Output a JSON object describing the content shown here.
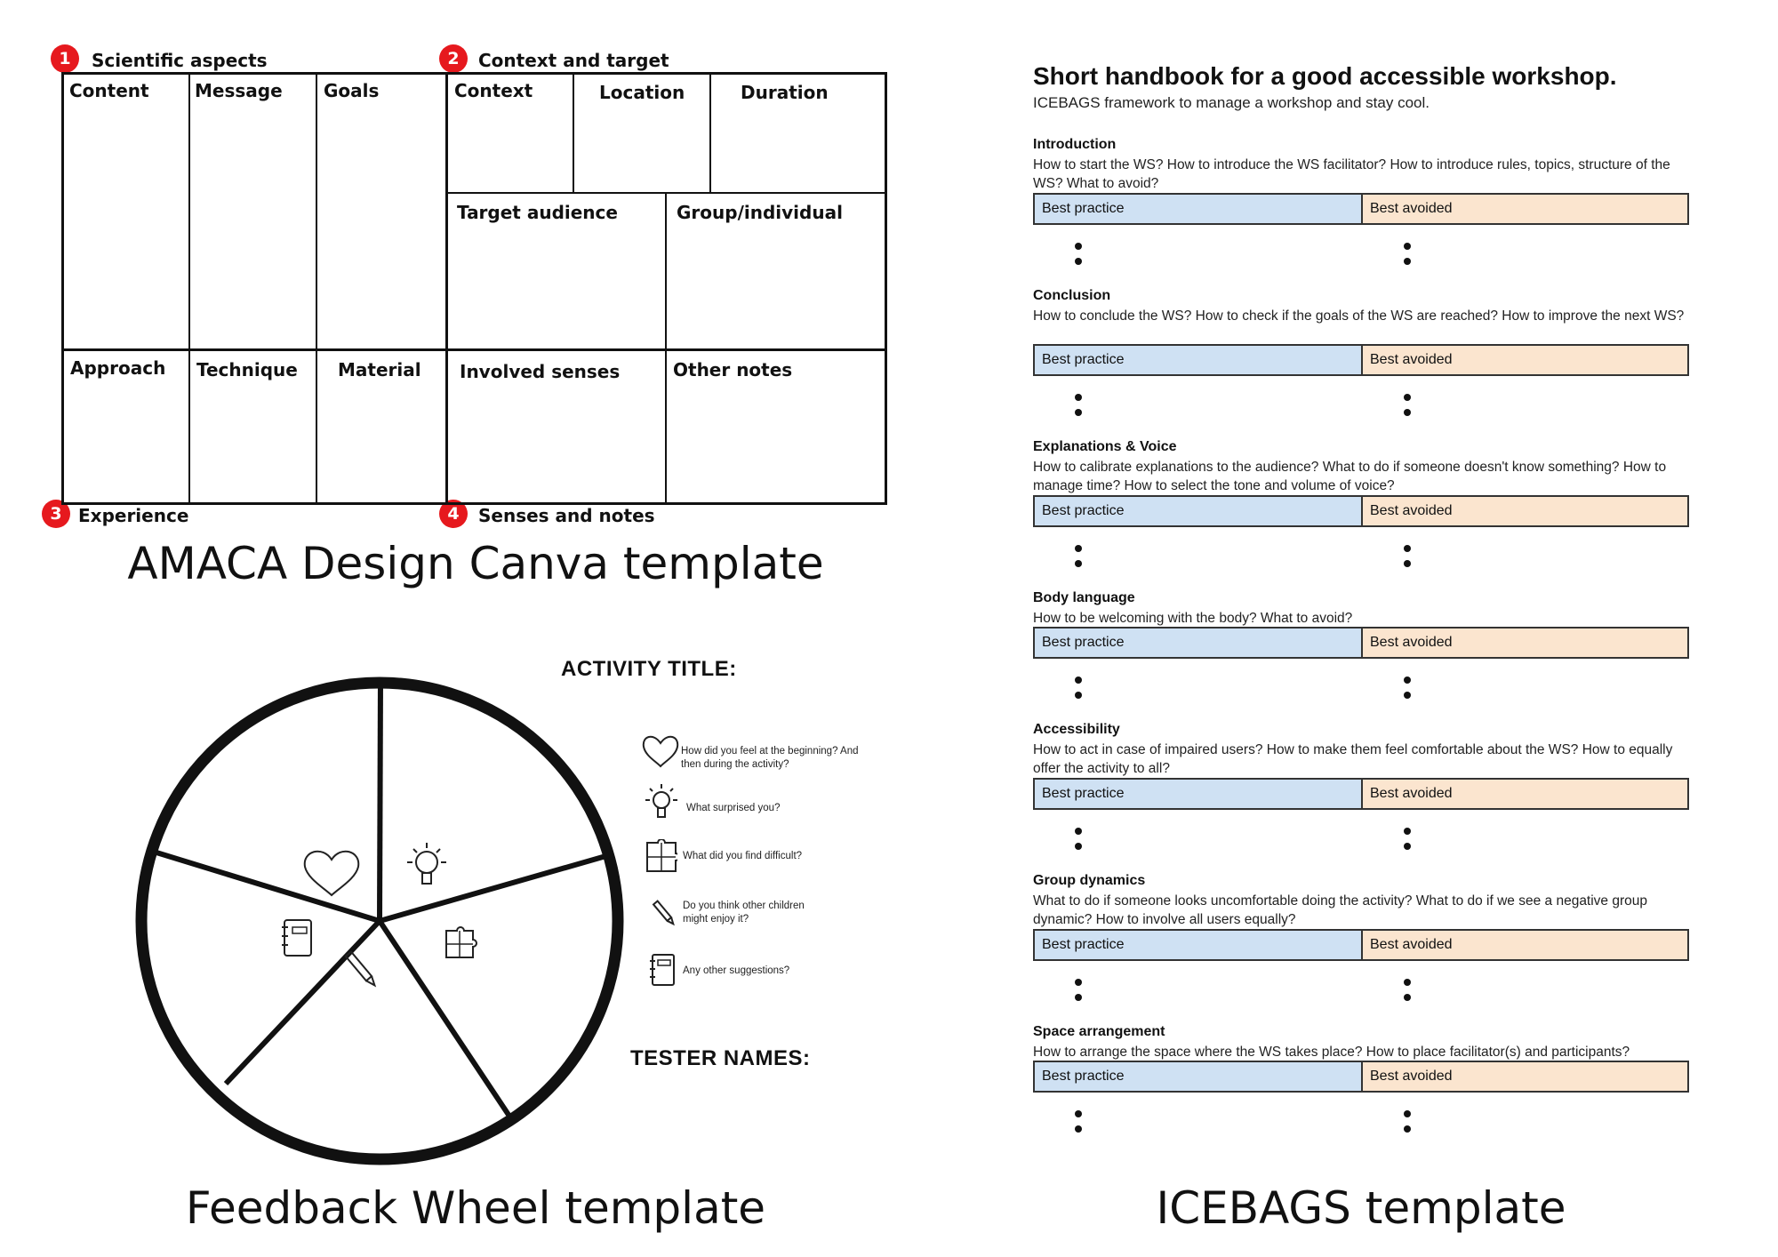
{
  "amaca": {
    "sections": {
      "s1": {
        "number": "1",
        "label": "Scientific aspects"
      },
      "s2": {
        "number": "2",
        "label": "Context and target"
      },
      "s3": {
        "number": "3",
        "label": "Experience"
      },
      "s4": {
        "number": "4",
        "label": "Senses and notes"
      }
    },
    "cells": {
      "content": "Content",
      "message": "Message",
      "goals": "Goals",
      "context": "Context",
      "location": "Location",
      "duration": "Duration",
      "target_audience": "Target audience",
      "group_individual": "Group/individual",
      "approach": "Approach",
      "technique": "Technique",
      "material": "Material",
      "involved_senses": "Involved senses",
      "other_notes": "Other notes"
    },
    "caption": "AMACA Design Canva template"
  },
  "feedback": {
    "activity_title": "ACTIVITY TITLE:",
    "tester_names": "TESTER NAMES:",
    "questions": [
      {
        "icon": "heart-icon",
        "text": "How did you feel at the beginning? And then during the activity?"
      },
      {
        "icon": "lightbulb-icon",
        "text": "What surprised you?"
      },
      {
        "icon": "puzzle-icon",
        "text": "What did you find difficult?"
      },
      {
        "icon": "pencil-icon",
        "text": "Do you think other children might enjoy it?"
      },
      {
        "icon": "notebook-icon",
        "text": "Any other suggestions?"
      }
    ],
    "caption": "Feedback Wheel template"
  },
  "icebags": {
    "title": "Short handbook for a good accessible workshop.",
    "subtitle": "ICEBAGS framework to manage a workshop and stay cool.",
    "best_practice_label": "Best practice",
    "best_avoided_label": "Best avoided",
    "sections": [
      {
        "heading": "Introduction",
        "description": "How to start the WS? How to introduce the WS facilitator? How to introduce rules, topics, structure of the WS? What to avoid?"
      },
      {
        "heading": "Conclusion",
        "description": "How to conclude the WS? How to check if the goals of the WS are reached? How to improve the next WS?"
      },
      {
        "heading": "Explanations & Voice",
        "description": "How to calibrate explanations to the audience? What to do if someone doesn't know something? How to manage time? How to select the tone and volume of voice?"
      },
      {
        "heading": "Body language",
        "description": "How to be welcoming with the body? What to avoid?"
      },
      {
        "heading": "Accessibility",
        "description": "How to act in case of impaired users? How to make them feel comfortable about the WS? How to equally offer the activity to all?"
      },
      {
        "heading": "Group dynamics",
        "description": "What to do if someone looks uncomfortable doing the activity? What to do if we see a negative group dynamic? How to involve all users equally?"
      },
      {
        "heading": "Space arrangement",
        "description": "How to arrange the space where the WS takes place? How to place facilitator(s) and participants?"
      }
    ],
    "caption": "ICEBAGS template"
  }
}
